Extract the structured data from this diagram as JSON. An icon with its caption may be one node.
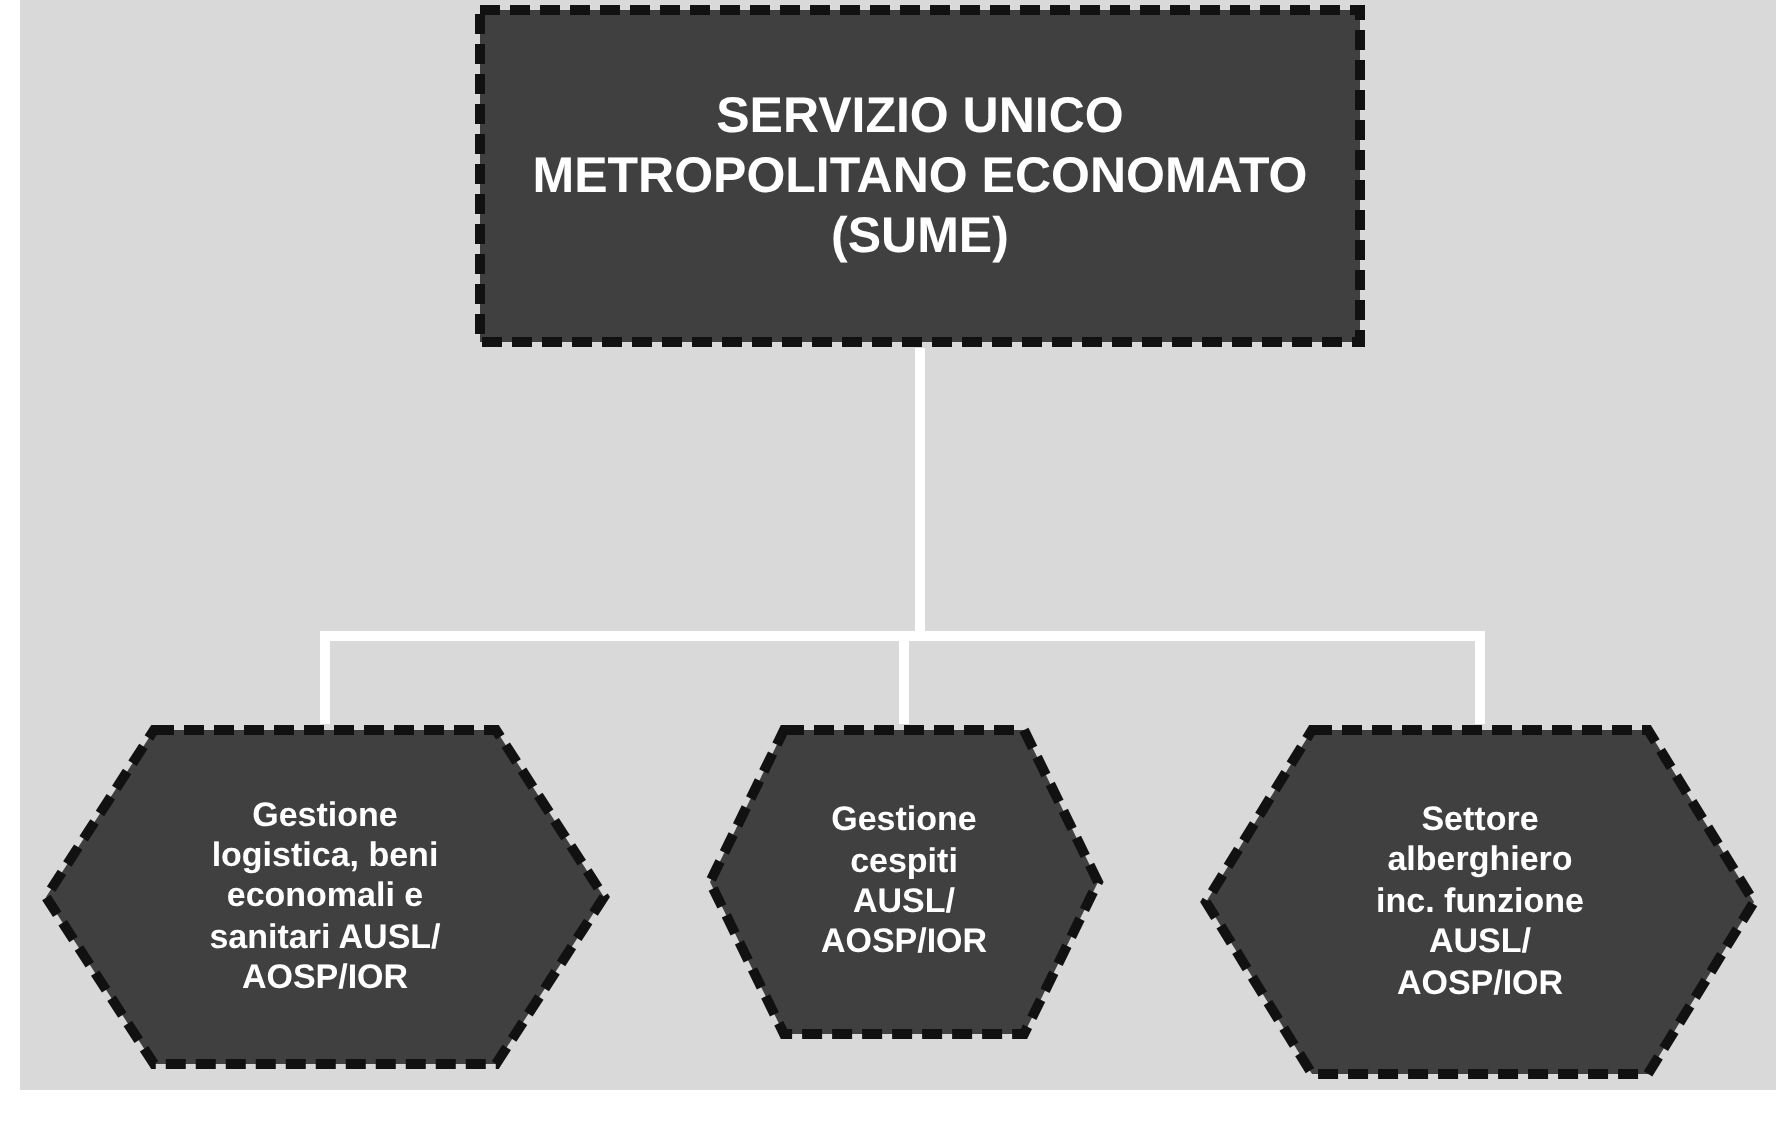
{
  "diagram": {
    "nodes": [
      {
        "text": [
          "SERVIZIO UNICO METROPOLITANO ECONOMATO (SUME)"
        ]
      },
      {
        "text": [
          "Gestione logistica, beni economali e sanitari AUSL/ AOSP/IOR"
        ]
      },
      {
        "text": [
          "Gestione cespiti AUSL/ AOSP/IOR"
        ]
      },
      {
        "text": [
          "Settore alberghiero inc. funzione AUSL/ AOSP/IOR"
        ]
      }
    ],
    "edges": [
      {
        "from": 0,
        "to": 1,
        "arrow": "none"
      },
      {
        "from": 0,
        "to": 2,
        "arrow": "none"
      },
      {
        "from": 0,
        "to": 3,
        "arrow": "none"
      }
    ]
  }
}
